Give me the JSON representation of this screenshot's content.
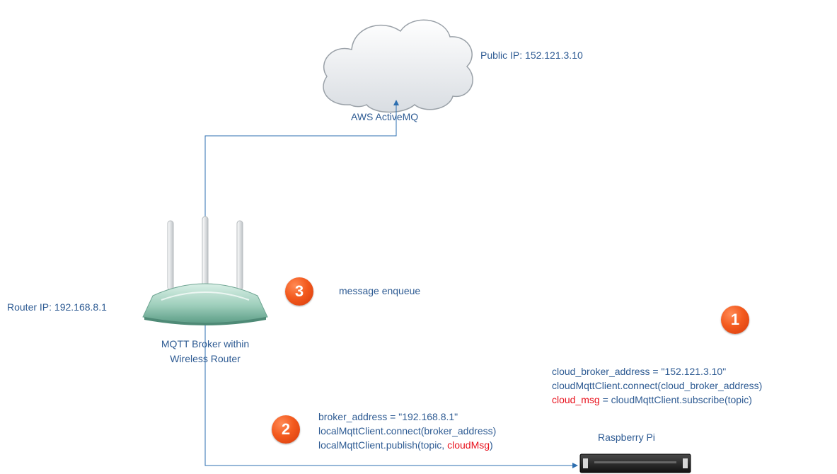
{
  "cloud": {
    "public_ip_label": "Public IP: 152.121.3.10",
    "name": "AWS ActiveMQ"
  },
  "router": {
    "ip_label": "Router IP: 192.168.8.1",
    "name_line1": "MQTT Broker within",
    "name_line2": "Wireless Router"
  },
  "steps": {
    "step1": {
      "number": "1",
      "line1": "cloud_broker_address = \"152.121.3.10\"",
      "line2": "cloudMqttClient.connect(cloud_broker_address)",
      "line3_var": "cloud_msg",
      "line3_rest": " = cloudMqttClient.subscribe(topic)"
    },
    "step2": {
      "number": "2",
      "line1": "broker_address = \"192.168.8.1\"",
      "line2": "localMqttClient.connect(broker_address)",
      "line3_start": "localMqttClient.publish(topic, ",
      "line3_var": "cloudMsg",
      "line3_end": ")"
    },
    "step3": {
      "number": "3",
      "label": "message enqueue"
    }
  },
  "device": {
    "name": "Raspberry Pi"
  },
  "colors": {
    "text": "#2e5b93",
    "highlight": "#e8121d",
    "badge": "#f35a1e",
    "connector": "#2e6fb0"
  }
}
